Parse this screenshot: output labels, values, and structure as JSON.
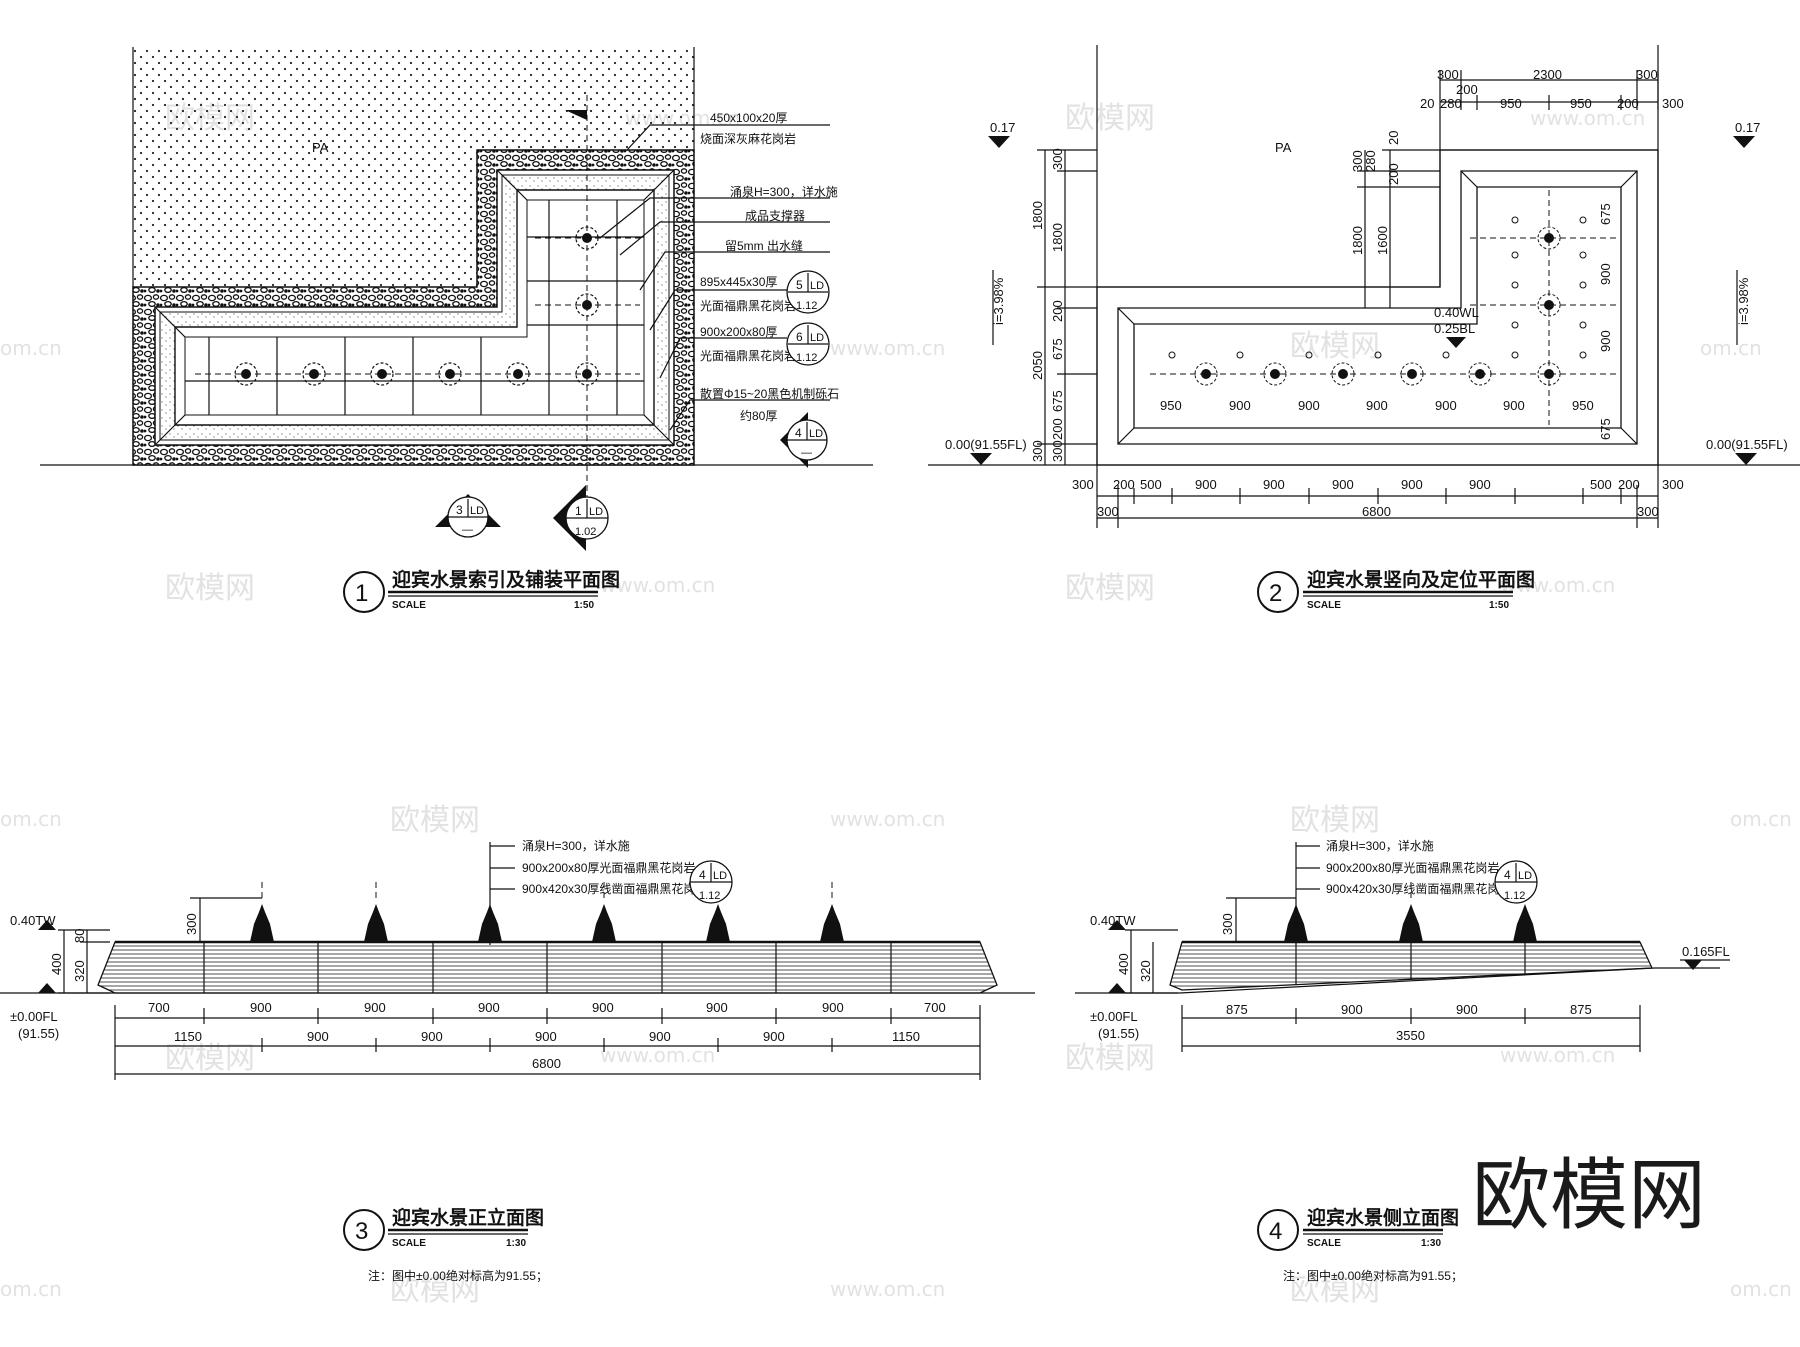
{
  "watermark": {
    "logo": "欧模网",
    "url": "www.om.cn",
    "url_short": "om.cn"
  },
  "brand_logo": "欧模网",
  "views": [
    {
      "num": "1",
      "title": "迎宾水景索引及铺装平面图",
      "scale_label": "SCALE",
      "scale": "1:50"
    },
    {
      "num": "2",
      "title": "迎宾水景竖向及定位平面图",
      "scale_label": "SCALE",
      "scale": "1:50"
    },
    {
      "num": "3",
      "title": "迎宾水景正立面图",
      "scale_label": "SCALE",
      "scale": "1:30"
    },
    {
      "num": "4",
      "title": "迎宾水景侧立面图",
      "scale_label": "SCALE",
      "scale": "1:30"
    }
  ],
  "plan1": {
    "pa": "PA",
    "notes": [
      "450x100x20厚",
      "烧面深灰麻花岗岩",
      "涌泉H=300，详水施",
      "成品支撑器",
      "留5mm 出水缝",
      "895x445x30厚",
      "光面福鼎黑花岗岩",
      "900x200x80厚",
      "光面福鼎黑花岗岩",
      "散置Φ15~20黑色机制砾石",
      "约80厚"
    ],
    "callouts": [
      {
        "num": "5",
        "code": "LD",
        "sheet": "1.12"
      },
      {
        "num": "6",
        "code": "LD",
        "sheet": "1.12"
      },
      {
        "num": "4",
        "code": "LD",
        "sheet": "—"
      },
      {
        "num": "3",
        "code": "LD",
        "sheet": "—"
      },
      {
        "num": "1",
        "code": "LD",
        "sheet": "1.02"
      }
    ]
  },
  "plan2": {
    "pa": "PA",
    "lv_left": "0.17",
    "lv_right": "0.17",
    "slope_left": "i=3.98%",
    "slope_right": "i=3.98%",
    "fl_left": "0.00(91.55FL)",
    "fl_right": "0.00(91.55FL)",
    "wl": "0.40WL",
    "bl": "0.25BL",
    "top_dims_r1": [
      "300",
      "2300",
      "300"
    ],
    "top_dims_r2": [
      "200"
    ],
    "top_dims_r3": [
      "20",
      "280",
      "950",
      "950",
      "200",
      "300"
    ],
    "left_dims_a": [
      "300",
      "1800",
      "2050",
      "300"
    ],
    "left_dims_b": [
      "1800",
      "200",
      "675",
      "675",
      "200",
      "300"
    ],
    "inner_dims": [
      "300",
      "280",
      "20",
      "200",
      "1800",
      "1600"
    ],
    "right_inner": [
      "675",
      "900",
      "900",
      "675"
    ],
    "row_dims": [
      "950",
      "900",
      "900",
      "900",
      "900",
      "900",
      "950"
    ],
    "bottom_dims_r1": [
      "300",
      "200",
      "500",
      "900",
      "900",
      "900",
      "900",
      "900",
      "500",
      "200",
      "300"
    ],
    "bottom_dims_r2": [
      "300",
      "6800",
      "300"
    ]
  },
  "elev3": {
    "notes": [
      "涌泉H=300，详水施",
      "900x200x80厚光面福鼎黑花岗岩",
      "900x420x30厚线凿面福鼎黑花岗岩"
    ],
    "callout": {
      "num": "4",
      "code": "LD",
      "sheet": "1.12"
    },
    "tw": "0.40TW",
    "h300": "300",
    "h80": "80",
    "h400": "400",
    "h320": "320",
    "fl": "±0.00FL",
    "fl_abs": "(91.55)",
    "dims_r1": [
      "700",
      "900",
      "900",
      "900",
      "900",
      "900",
      "900",
      "700"
    ],
    "dims_r2": [
      "1150",
      "900",
      "900",
      "900",
      "900",
      "900",
      "1150"
    ],
    "dims_total": "6800",
    "note": "注：图中±0.00绝对标高为91.55；"
  },
  "elev4": {
    "notes": [
      "涌泉H=300，详水施",
      "900x200x80厚光面福鼎黑花岗岩",
      "900x420x30厚线凿面福鼎黑花岗岩"
    ],
    "callout": {
      "num": "4",
      "code": "LD",
      "sheet": "1.12"
    },
    "tw": "0.40TW",
    "h300": "300",
    "h400": "400",
    "h320": "320",
    "fl": "±0.00FL",
    "fl_abs": "(91.55)",
    "fl_right": "0.165FL",
    "dims_r1": [
      "875",
      "900",
      "900",
      "875"
    ],
    "dims_total": "3550",
    "note": "注：图中±0.00绝对标高为91.55；"
  }
}
